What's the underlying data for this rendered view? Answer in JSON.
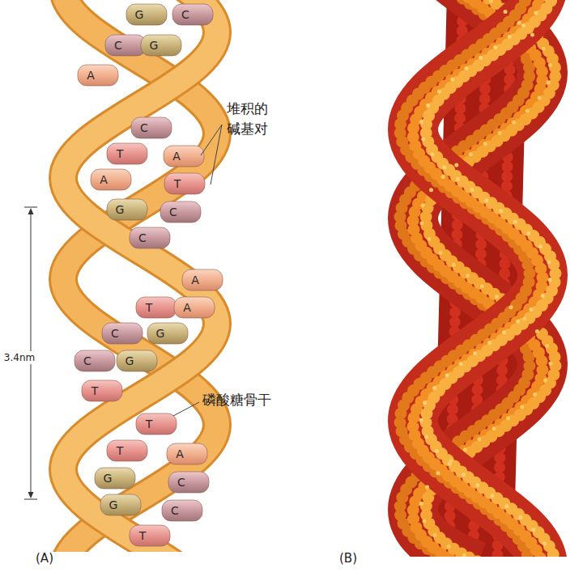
{
  "diagram": {
    "labels": [
      "G",
      "C",
      "C",
      "G",
      "A",
      "C",
      "T",
      "A",
      "A",
      "T",
      "G",
      "C",
      "C",
      "A",
      "T",
      "A",
      "C",
      "G",
      "C",
      "G",
      "T",
      "T",
      "T",
      "A",
      "G",
      "C",
      "G",
      "C",
      "T",
      "堆积的 碱基对",
      "3.4nm",
      "磷酸糖骨干",
      "(A)",
      "(B)"
    ]
  }
}
